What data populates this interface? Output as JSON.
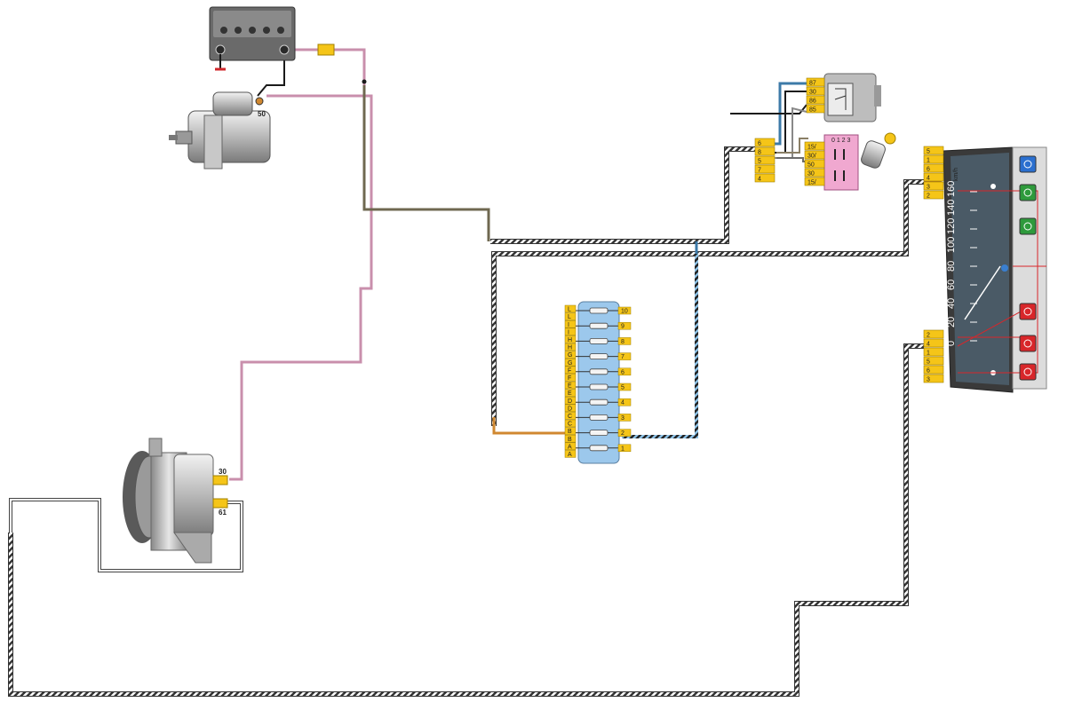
{
  "colors": {
    "background": "#ffffff",
    "wire_pink": "#d8a8c0",
    "wire_black": "#1a1a1a",
    "wire_olive": "#8a8060",
    "wire_orange": "#d08830",
    "wire_blue_black": "#3c7aa8",
    "connector_yellow": "#f5c518",
    "fuse_box_blue": "#9cc8ec",
    "switch_pink": "#f0a8d0",
    "cluster_dark": "#3a3a3a",
    "cluster_dial": "#4a5a66"
  },
  "components": {
    "battery": {
      "name": "battery",
      "icon": "battery-icon"
    },
    "starter": {
      "name": "starter-motor",
      "icon": "starter-icon",
      "terminal": "50"
    },
    "alternator": {
      "name": "alternator",
      "icon": "alternator-icon",
      "terminal_a": "30",
      "terminal_b": "61"
    },
    "relay": {
      "name": "ignition-relay",
      "pins": [
        "87",
        "30",
        "86",
        "85"
      ]
    },
    "ignition_connector": {
      "pins": [
        "6",
        "8",
        "5",
        "7",
        "4"
      ]
    },
    "ignition_switch": {
      "pins": [
        "15/",
        "30/",
        "50",
        "30",
        "15/"
      ],
      "positions": "0 1 2 3"
    },
    "fuse_box": {
      "left_pins": [
        "L",
        "L",
        "I",
        "I",
        "H",
        "H",
        "G",
        "G",
        "F",
        "F",
        "E",
        "E",
        "D",
        "D",
        "C",
        "C",
        "B",
        "B",
        "A",
        "A"
      ],
      "fuse_numbers": [
        "10",
        "9",
        "8",
        "7",
        "6",
        "5",
        "4",
        "3",
        "2",
        "1"
      ]
    },
    "cluster_top_connector": {
      "pins": [
        "5",
        "1",
        "6",
        "4",
        "3",
        "2"
      ]
    },
    "cluster_bottom_connector": {
      "pins": [
        "2",
        "4",
        "1",
        "5",
        "6",
        "3"
      ]
    },
    "speedometer": {
      "unit": "km/h",
      "scale": [
        "0",
        "20",
        "40",
        "60",
        "80",
        "100",
        "120",
        "140",
        "160"
      ]
    },
    "warning_lamps": [
      {
        "name": "high-beam-lamp",
        "color": "#2a6fcf"
      },
      {
        "name": "side-lights-lamp",
        "color": "#2e9a3c"
      },
      {
        "name": "turn-signal-lamp",
        "color": "#2e9a3c"
      },
      {
        "name": "battery-charge-lamp",
        "color": "#d8262a"
      },
      {
        "name": "oil-pressure-lamp",
        "color": "#d8262a"
      },
      {
        "name": "brake-lamp",
        "color": "#d8262a"
      }
    ]
  }
}
